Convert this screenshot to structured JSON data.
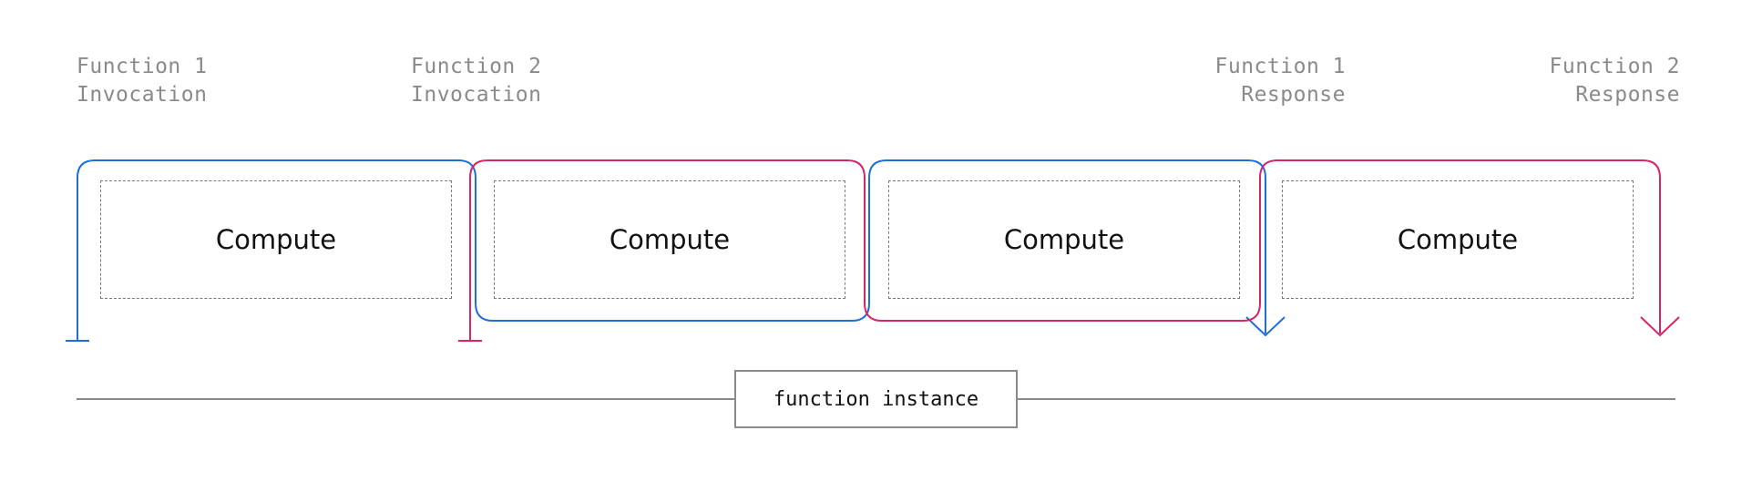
{
  "labels": {
    "function1_invocation": {
      "line1": "Function 1",
      "line2": "Invocation"
    },
    "function2_invocation": {
      "line1": "Function 2",
      "line2": "Invocation"
    },
    "function1_response": {
      "line1": "Function 1",
      "line2": "Response"
    },
    "function2_response": {
      "line1": "Function 2",
      "line2": "Response"
    }
  },
  "compute_blocks": [
    "Compute",
    "Compute",
    "Compute",
    "Compute"
  ],
  "timeline": {
    "instance_label": "function instance"
  },
  "colors": {
    "function1": "#1f6fd6",
    "function2": "#d6266a",
    "timeline": "#8a8a8a",
    "label_text": "#8a8a8a",
    "dashed_border": "#7a7a7a"
  }
}
